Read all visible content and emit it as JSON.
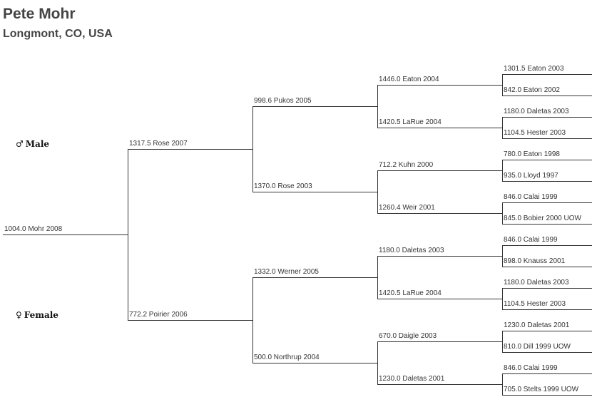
{
  "header": {
    "title": "Pete Mohr",
    "subtitle": "Longmont, CO, USA"
  },
  "legend": {
    "male": {
      "symbol": "♂",
      "label": "Male"
    },
    "female": {
      "symbol": "♀",
      "label": "Female"
    }
  },
  "pedigree": {
    "subject": "1004.0 Mohr 2008",
    "generation_1": [
      "1317.5 Rose 2007",
      "772.2 Poirier 2006"
    ],
    "generation_2": [
      "998.6 Pukos 2005",
      "1370.0 Rose 2003",
      "1332.0 Werner 2005",
      "500.0 Northrup 2004"
    ],
    "generation_3": [
      "1446.0 Eaton 2004",
      "1420.5 LaRue 2004",
      "712.2 Kuhn 2000",
      "1260.4 Weir 2001",
      "1180.0 Daletas 2003",
      "1420.5 LaRue 2004",
      "670.0 Daigle 2003",
      "1230.0 Daletas 2001"
    ],
    "generation_4": [
      "1301.5 Eaton 2003",
      "842.0 Eaton 2002",
      "1180.0 Daletas 2003",
      "1104.5 Hester 2003",
      "780.0 Eaton 1998",
      "935.0 Lloyd 1997",
      "846.0 Calai 1999",
      "845.0 Bobier 2000 UOW",
      "846.0 Calai 1999",
      "898.0 Knauss 2001",
      "1180.0 Daletas 2003",
      "1104.5 Hester 2003",
      "1230.0 Daletas 2001",
      "810.0 Dill 1999 UOW",
      "846.0 Calai 1999",
      "705.0 Stelts 1999 UOW"
    ]
  }
}
